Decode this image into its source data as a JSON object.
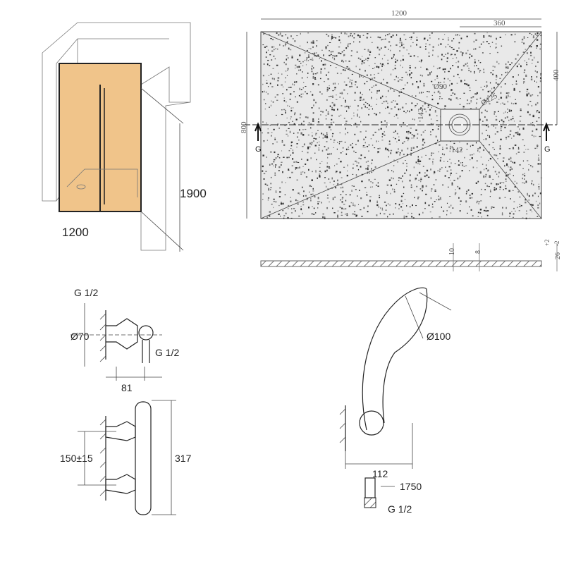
{
  "cabin": {
    "width": "1200",
    "height": "1900",
    "glass_color": "#f0c48a"
  },
  "tray": {
    "length": "1200",
    "offset_x": "360",
    "offset_y": "400",
    "width": "800",
    "drain_inner": "Ø90",
    "drain_outer": "Ø125",
    "drain_h": "142",
    "drain_w": "142",
    "section_left": "G",
    "section_right": "G",
    "profile_depth_1": "10",
    "profile_depth_2": "8",
    "thickness": "26",
    "tol_plus": "+2",
    "tol_minus": "-2"
  },
  "mixer_top": {
    "inlet": "G 1/2",
    "diameter": "Ø70",
    "outlet": "G 1/2",
    "depth": "81"
  },
  "mixer_front": {
    "spacing": "150±15",
    "length": "317"
  },
  "hand_shower": {
    "diameter": "Ø100",
    "projection": "112",
    "hose": "1750",
    "connection": "G 1/2"
  }
}
